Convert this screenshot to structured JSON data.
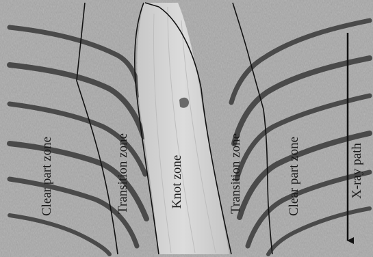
{
  "figure": {
    "labels": {
      "clear_left": "Clear part zone",
      "transition_left": "Transition zone",
      "knot": "Knot zone",
      "transition_right": "Transition zone",
      "clear_right": "Clear part zone",
      "xray_path": "X-ray path"
    },
    "colors": {
      "background_wood": "#a9a9a9",
      "growth_ring": "#4e4e4e",
      "knot_wood": "#d4d4d4",
      "boundary_line": "#111111",
      "arrow": "#111111"
    }
  }
}
